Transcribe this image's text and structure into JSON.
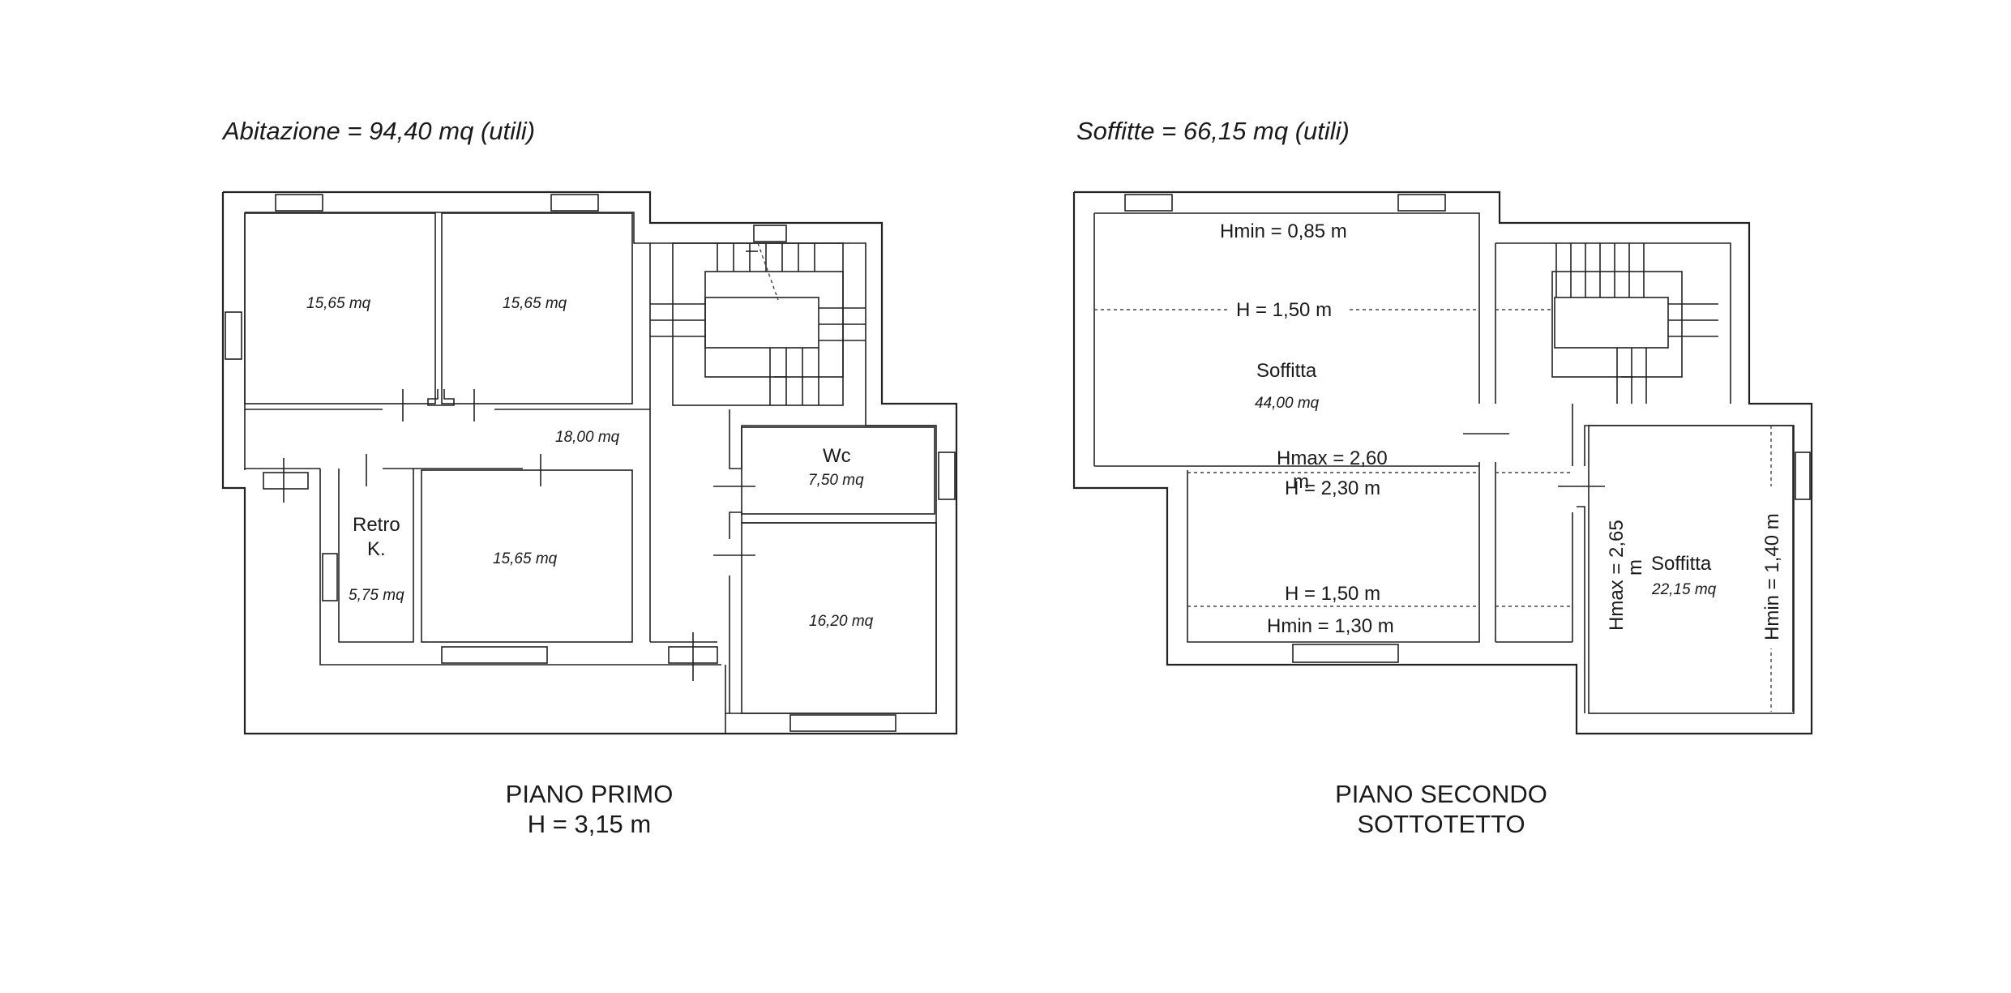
{
  "headers": {
    "left": "Abitazione = 94,40 mq (utili)",
    "right": "Soffitte = 66,15 mq (utili)"
  },
  "piano_primo": {
    "caption_line1": "PIANO PRIMO",
    "caption_line2": "H = 3,15 m",
    "rooms": {
      "room_nw": "15,65 mq",
      "room_n": "15,65 mq",
      "corridor": "18,00 mq",
      "retro_label_1": "Retro",
      "retro_label_2": "K.",
      "retro_area": "5,75 mq",
      "room_sw": "15,65 mq",
      "wc_label": "Wc",
      "wc_area": "7,50 mq",
      "room_se": "16,20 mq"
    }
  },
  "piano_secondo": {
    "caption_line1": "PIANO SECONDO",
    "caption_line2": "SOTTOTETTO",
    "labels": {
      "hmin_top": "Hmin = 0,85 m",
      "h_top": "H = 1,50 m",
      "soffitta_main": "Soffitta",
      "soffitta_main_area": "44,00 mq",
      "hmax_mid": "Hmax = 2,60",
      "hmax_mid_unit": "m",
      "h_mid": "H = 2,30 m",
      "h_low": "H = 1,50 m",
      "hmin_low": "Hmin = 1,30 m",
      "hmax_vertical": "Hmax = 2,65",
      "hmax_vertical_unit": "m",
      "soffitta_small": "Soffitta",
      "soffitta_small_area": "22,15 mq",
      "hmin_vertical": "Hmin = 1,40 m"
    }
  }
}
